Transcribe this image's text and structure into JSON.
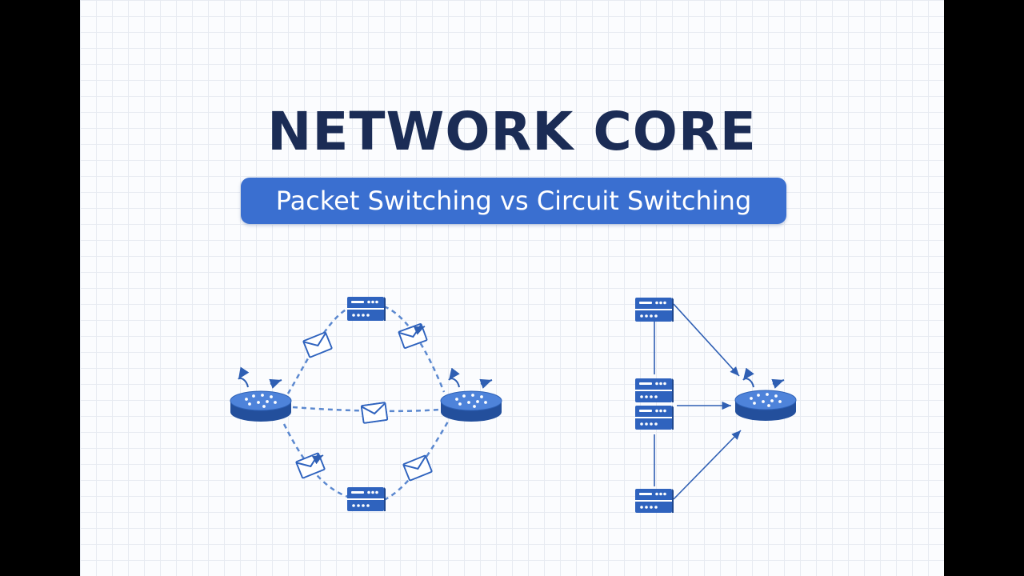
{
  "title": "NETWORK CORE",
  "subtitle": "Packet Switching vs Circuit Switching",
  "colors": {
    "title": "#1b2c55",
    "accent": "#3a6fd0",
    "device_dark": "#234f9c",
    "device_light": "#4e83da",
    "link": "#5b88cf"
  },
  "diagrams": {
    "left": {
      "concept": "packet-switching",
      "nodes": [
        "router",
        "router",
        "server",
        "server"
      ],
      "packets": 5
    },
    "right": {
      "concept": "circuit-switching",
      "nodes": [
        "server",
        "server",
        "server",
        "router"
      ]
    }
  }
}
